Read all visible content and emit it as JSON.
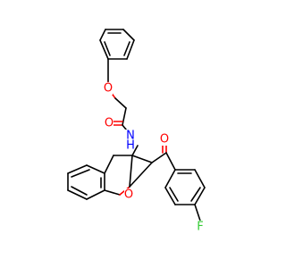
{
  "molecule": {
    "atoms": {
      "O_ether": {
        "label": "O",
        "color": "#ff0000"
      },
      "O_amide": {
        "label": "O",
        "color": "#ff0000"
      },
      "N_amide": {
        "label": "N",
        "color": "#0000ff"
      },
      "H_amide": {
        "label": "H",
        "color": "#0000ff"
      },
      "O_ketone": {
        "label": "O",
        "color": "#ff0000"
      },
      "O_furan": {
        "label": "O",
        "color": "#ff0000"
      },
      "F": {
        "label": "F",
        "color": "#33cc33"
      }
    }
  }
}
